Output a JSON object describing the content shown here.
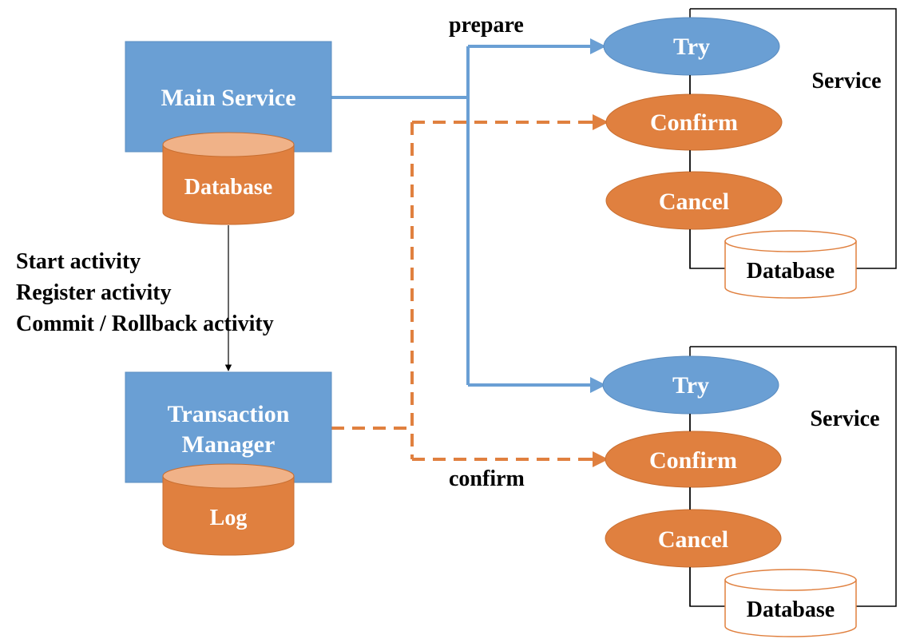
{
  "colors": {
    "blue": "#6a9fd4",
    "orange": "#e0803f",
    "orange_top": "#f0b288",
    "line_blue": "#6a9fd4",
    "line_orange": "#e0803f",
    "black": "#000000"
  },
  "main_service": {
    "label": "Main Service",
    "database_label": "Database"
  },
  "activity_notes": {
    "line1": "Start activity",
    "line2": "Register activity",
    "line3": "Commit / Rollback activity"
  },
  "transaction_manager": {
    "label_line1": "Transaction",
    "label_line2": "Manager",
    "log_label": "Log"
  },
  "edges": {
    "prepare_label": "prepare",
    "confirm_label": "confirm"
  },
  "services": [
    {
      "title": "Service",
      "try_label": "Try",
      "confirm_label": "Confirm",
      "cancel_label": "Cancel",
      "database_label": "Database"
    },
    {
      "title": "Service",
      "try_label": "Try",
      "confirm_label": "Confirm",
      "cancel_label": "Cancel",
      "database_label": "Database"
    }
  ]
}
